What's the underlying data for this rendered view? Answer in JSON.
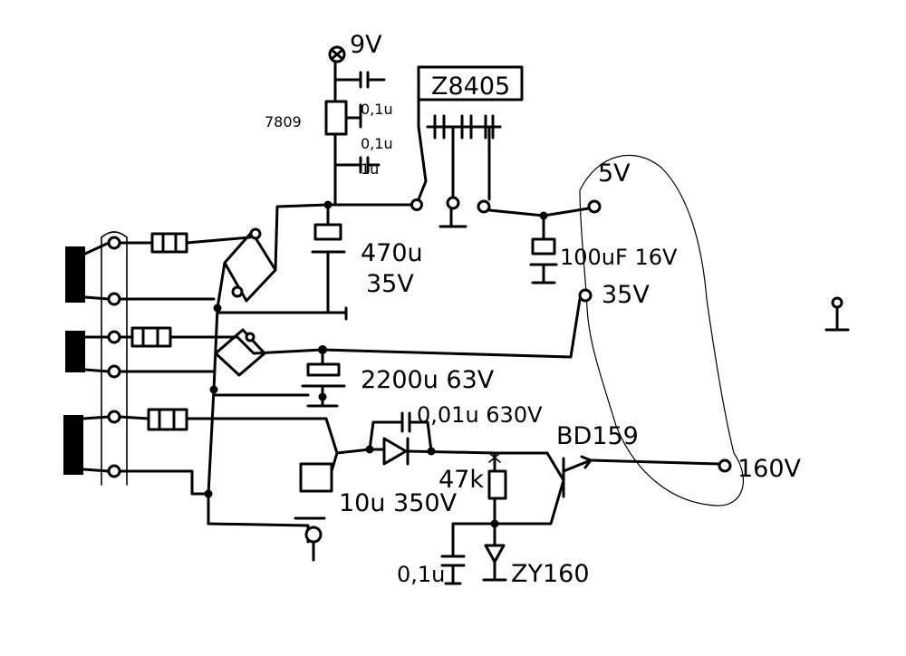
{
  "labels": {
    "v9": "9V",
    "regulator": "7809",
    "cap_top": "0,1u",
    "cap_top2": "0,1u",
    "cap_1u": "1u",
    "ic": "Z8405",
    "v5": "5V",
    "cap_100u": "100uF 16V",
    "cap_470u_value": "470u",
    "cap_470u_voltage": "35V",
    "v35": "35V",
    "cap_2200u": "2200u 63V",
    "cap_10n": "0,01u 630V",
    "transistor": "BD159",
    "res_47k": "47k",
    "cap_10u": "10u 350V",
    "out_voltage": "160V",
    "cap_0_1u": "0,1u",
    "zener": "ZY160"
  }
}
